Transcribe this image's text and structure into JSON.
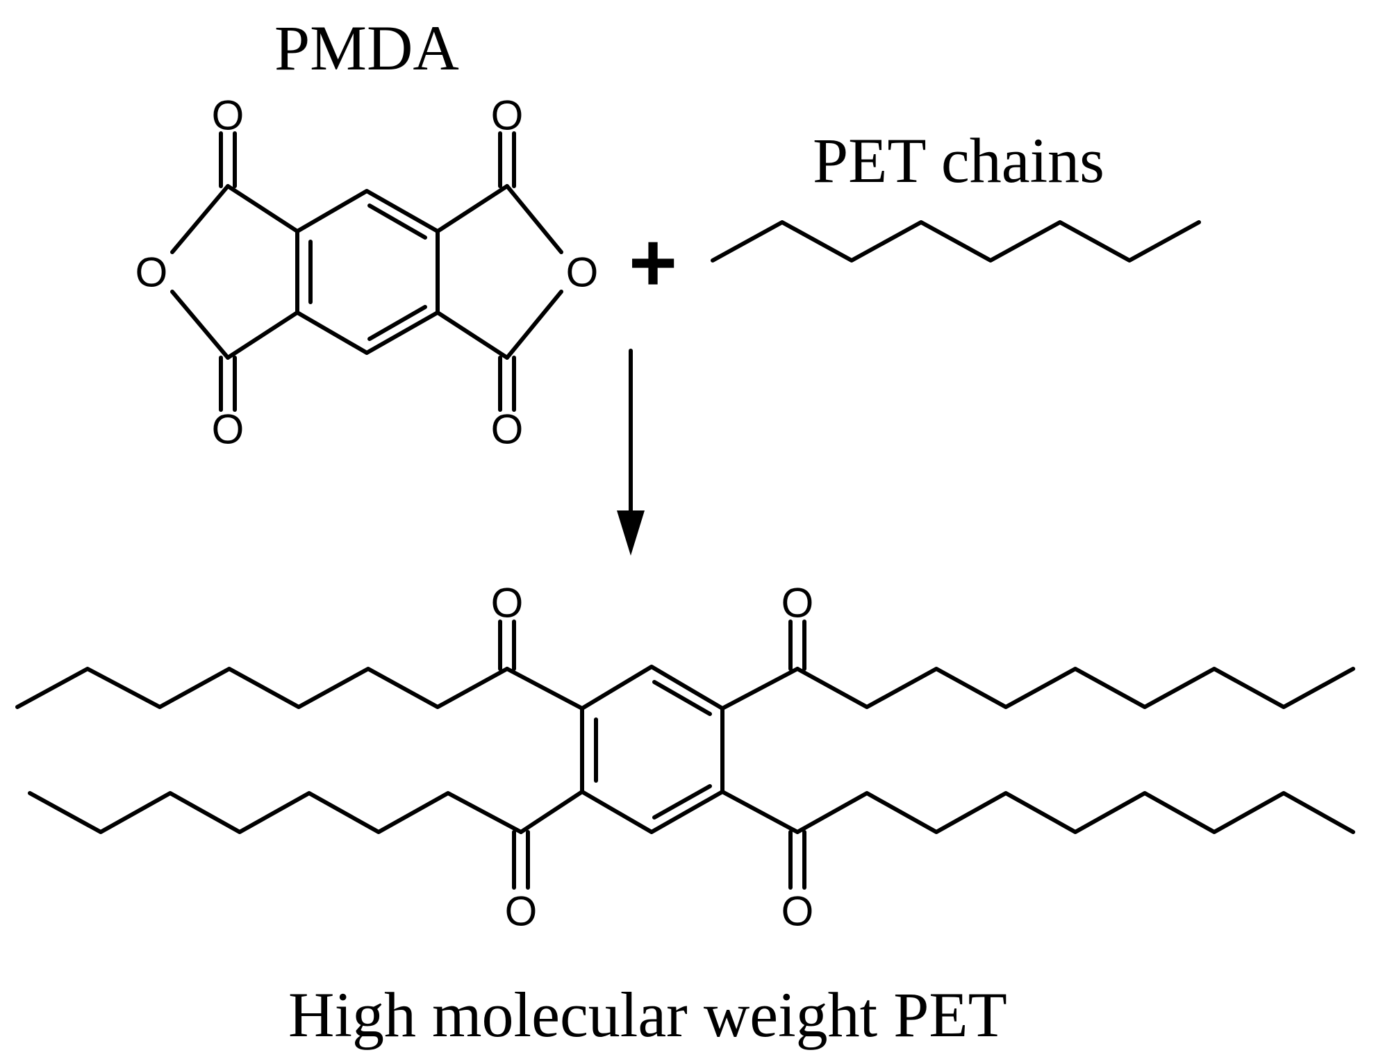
{
  "labels": {
    "reactant1": "PMDA",
    "reactant2": "PET chains",
    "product": "High molecular weight PET",
    "plus_sign": "+"
  },
  "atoms": {
    "oxygen": "O"
  },
  "colors": {
    "ink": "#000000",
    "background": "#ffffff"
  }
}
